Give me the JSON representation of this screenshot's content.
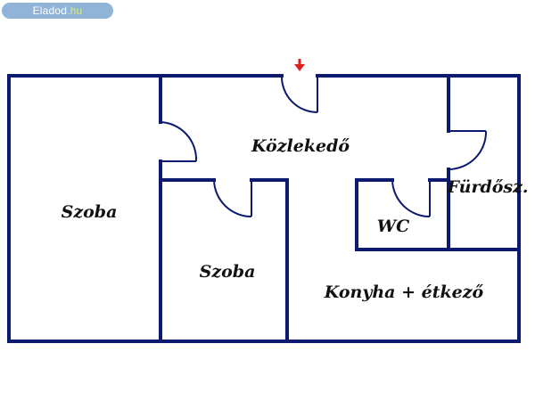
{
  "watermark": {
    "name": "Eladod",
    "tld": ".hu"
  },
  "colors": {
    "wall": "#0b1a6e",
    "arrow": "#e02020",
    "badge": "#8fb4d8"
  },
  "rooms": {
    "szoba_left": "Szoba",
    "kozlekedo": "Közlekedő",
    "furdoszoba": "Fürdősz.",
    "wc": "WC",
    "szoba_center": "Szoba",
    "konyha": "Konyha + étkező"
  },
  "icons": {
    "entrance": "arrow-down-icon"
  }
}
